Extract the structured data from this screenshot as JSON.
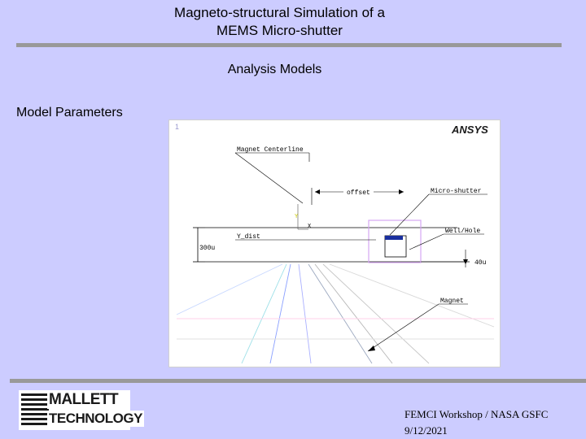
{
  "slide": {
    "title_line1": "Magneto-structural Simulation of a",
    "title_line2": "MEMS Micro-shutter",
    "subtitle": "Analysis Models",
    "section_label": "Model Parameters"
  },
  "figure": {
    "corner_number": "1",
    "brand": "ANSYS",
    "labels": {
      "magnet_centerline": "Magnet Centerline",
      "offset": "offset",
      "micro_shutter": "Micro-shutter",
      "y_axis": "Y",
      "x_axis": "X",
      "y_dist": "Y_dist",
      "well_hole": "Well/Hole",
      "height_300u": "300u",
      "depth_40u": "40u",
      "magnet": "Magnet"
    }
  },
  "logo": {
    "line1": "MALLETT",
    "line2": "TECHNOLOGY"
  },
  "footer": {
    "line1": "FEMCI Workshop / NASA GSFC",
    "line2": "9/12/2021"
  },
  "colors": {
    "background": "#ccccff",
    "rule": "#999999",
    "shutter": "#1a2f9e"
  }
}
